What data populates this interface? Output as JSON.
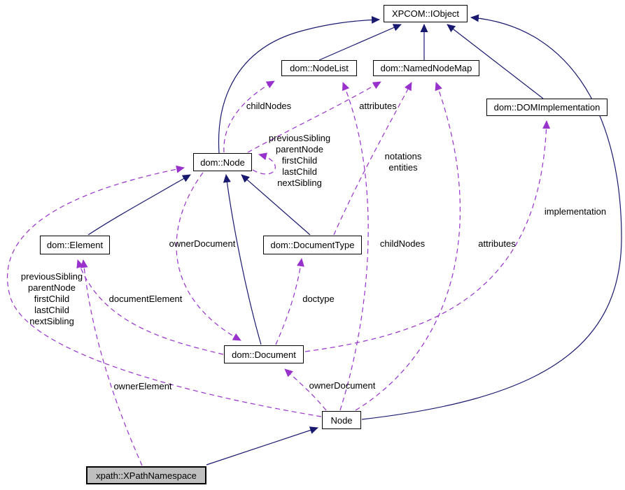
{
  "diagram": {
    "kind": "doxygen-collaboration-diagram",
    "current_class": "xpath::XPathNamespace"
  },
  "colors": {
    "inheritance_edge": "#191970",
    "usage_edge": "#9932cc",
    "node_fill": "#ffffff",
    "node_border": "#000000",
    "current_node_fill": "#bfbfbf",
    "background": "#ffffff"
  },
  "nodes": {
    "xpcom_iobject": {
      "label": "XPCOM::IObject"
    },
    "dom_nodelist": {
      "label": "dom::NodeList"
    },
    "dom_namednodemap": {
      "label": "dom::NamedNodeMap"
    },
    "dom_domimplementation": {
      "label": "dom::DOMImplementation"
    },
    "dom_node": {
      "label": "dom::Node"
    },
    "dom_element": {
      "label": "dom::Element"
    },
    "dom_documenttype": {
      "label": "dom::DocumentType"
    },
    "dom_document": {
      "label": "dom::Document"
    },
    "node": {
      "label": "Node"
    },
    "xpath_xpathnamespace": {
      "label": "xpath::XPathNamespace"
    }
  },
  "edge_labels": {
    "childNodes_top": "childNodes",
    "attributes_top": "attributes",
    "node_self_fields": [
      "previousSibling",
      "parentNode",
      "firstChild",
      "lastChild",
      "nextSibling"
    ],
    "documenttype_fields": [
      "notations",
      "entities"
    ],
    "implementation": "implementation",
    "ownerDocument_mid": "ownerDocument",
    "childNodes_bottom": "childNodes",
    "attributes_bottom": "attributes",
    "node_fields_left": [
      "previousSibling",
      "parentNode",
      "firstChild",
      "lastChild",
      "nextSibling"
    ],
    "documentElement": "documentElement",
    "doctype": "doctype",
    "ownerElement": "ownerElement",
    "ownerDocument_bottom": "ownerDocument"
  },
  "edges": [
    {
      "from": "dom::Node",
      "to": "XPCOM::IObject",
      "type": "inheritance"
    },
    {
      "from": "dom::NodeList",
      "to": "XPCOM::IObject",
      "type": "inheritance"
    },
    {
      "from": "dom::NamedNodeMap",
      "to": "XPCOM::IObject",
      "type": "inheritance"
    },
    {
      "from": "dom::DOMImplementation",
      "to": "XPCOM::IObject",
      "type": "inheritance"
    },
    {
      "from": "Node",
      "to": "XPCOM::IObject",
      "type": "inheritance"
    },
    {
      "from": "dom::Element",
      "to": "dom::Node",
      "type": "inheritance"
    },
    {
      "from": "dom::DocumentType",
      "to": "dom::Node",
      "type": "inheritance"
    },
    {
      "from": "dom::Document",
      "to": "dom::Node",
      "type": "inheritance"
    },
    {
      "from": "xpath::XPathNamespace",
      "to": "Node",
      "type": "inheritance"
    },
    {
      "from": "dom::Node",
      "to": "dom::NodeList",
      "type": "usage",
      "label": "childNodes"
    },
    {
      "from": "dom::Node",
      "to": "dom::NamedNodeMap",
      "type": "usage",
      "label": "attributes"
    },
    {
      "from": "dom::Node",
      "to": "dom::Node",
      "type": "usage",
      "label": "previousSibling parentNode firstChild lastChild nextSibling"
    },
    {
      "from": "dom::DocumentType",
      "to": "dom::NamedNodeMap",
      "type": "usage",
      "label": "notations entities"
    },
    {
      "from": "dom::Document",
      "to": "dom::DOMImplementation",
      "type": "usage",
      "label": "implementation"
    },
    {
      "from": "dom::Node",
      "to": "dom::Document",
      "type": "usage",
      "label": "ownerDocument"
    },
    {
      "from": "dom::Document",
      "to": "dom::Element",
      "type": "usage",
      "label": "documentElement"
    },
    {
      "from": "dom::Document",
      "to": "dom::DocumentType",
      "type": "usage",
      "label": "doctype"
    },
    {
      "from": "Node",
      "to": "dom::Document",
      "type": "usage",
      "label": "ownerDocument"
    },
    {
      "from": "Node",
      "to": "dom::NodeList",
      "type": "usage",
      "label": "childNodes"
    },
    {
      "from": "Node",
      "to": "dom::NamedNodeMap",
      "type": "usage",
      "label": "attributes"
    },
    {
      "from": "Node",
      "to": "dom::Node",
      "type": "usage",
      "label": "previousSibling parentNode firstChild lastChild nextSibling"
    },
    {
      "from": "xpath::XPathNamespace",
      "to": "dom::Element",
      "type": "usage",
      "label": "ownerElement"
    }
  ]
}
